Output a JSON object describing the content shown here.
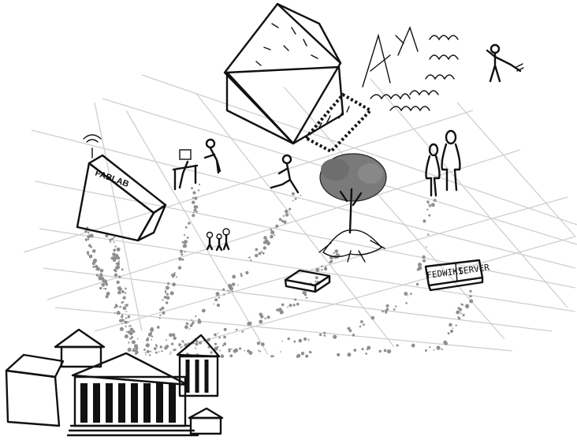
{
  "scene": {
    "fablab_sign": "FABLAB",
    "signpost_left": "FEDWIKI",
    "signpost_right": "SERVER"
  },
  "colors": {
    "ink": "#111111",
    "box_side": "#8a8a8a",
    "box_top": "#ffffff",
    "grid": "#cfcfcf",
    "particles": "#8f8f8f",
    "tree_canopy": "#7a7a7a"
  },
  "icons": [
    "house-icon",
    "fablab-box-icon",
    "antenna-icon",
    "computer-desk-icon",
    "tree-icon",
    "people-icon",
    "family-icon",
    "garden-icon",
    "farmer-icon",
    "signpost-icon",
    "museum-building-icon"
  ]
}
